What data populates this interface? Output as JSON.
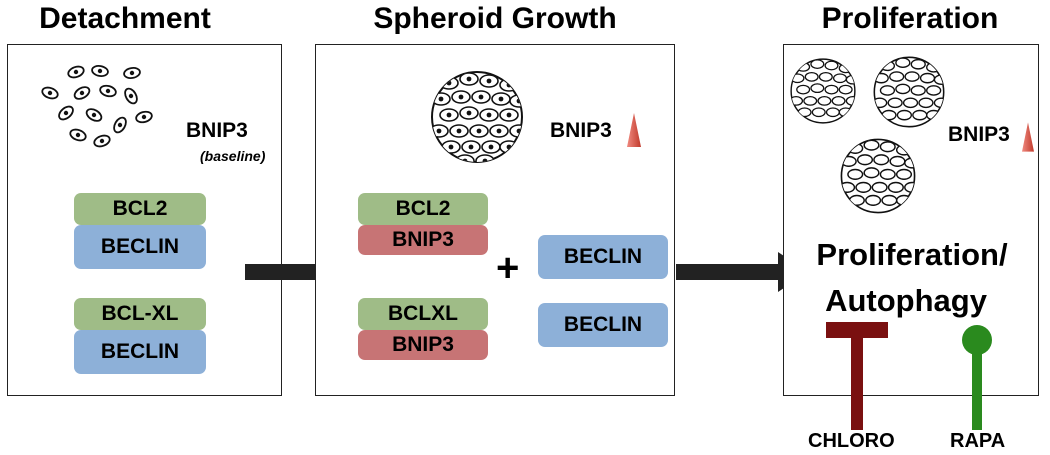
{
  "titles": {
    "detachment": "Detachment",
    "spheroid": "Spheroid Growth",
    "proliferation": "Proliferation"
  },
  "panel1": {
    "bnip3": "BNIP3",
    "baseline": "(baseline)",
    "pills": [
      "BCL2",
      "BECLIN",
      "BCL-XL",
      "BECLIN"
    ]
  },
  "panel2": {
    "bnip3": "BNIP3",
    "pills": [
      "BCL2",
      "BNIP3",
      "BCLXL",
      "BNIP3",
      "BECLIN",
      "BECLIN"
    ],
    "plus": "+"
  },
  "panel3": {
    "bnip3": "BNIP3",
    "outcome_line1": "Proliferation/",
    "outcome_line2": "Autophagy"
  },
  "drugs": {
    "inhibitor": "CHLORO",
    "activator": "RAPA"
  },
  "colors": {
    "bcl_green": "#9fbc87",
    "beclin_blue": "#8db0d8",
    "bnip3_red": "#c77475",
    "inhibit_darkred": "#7a1010",
    "activate_green": "#2a8a1e",
    "arrow": "#222222"
  }
}
